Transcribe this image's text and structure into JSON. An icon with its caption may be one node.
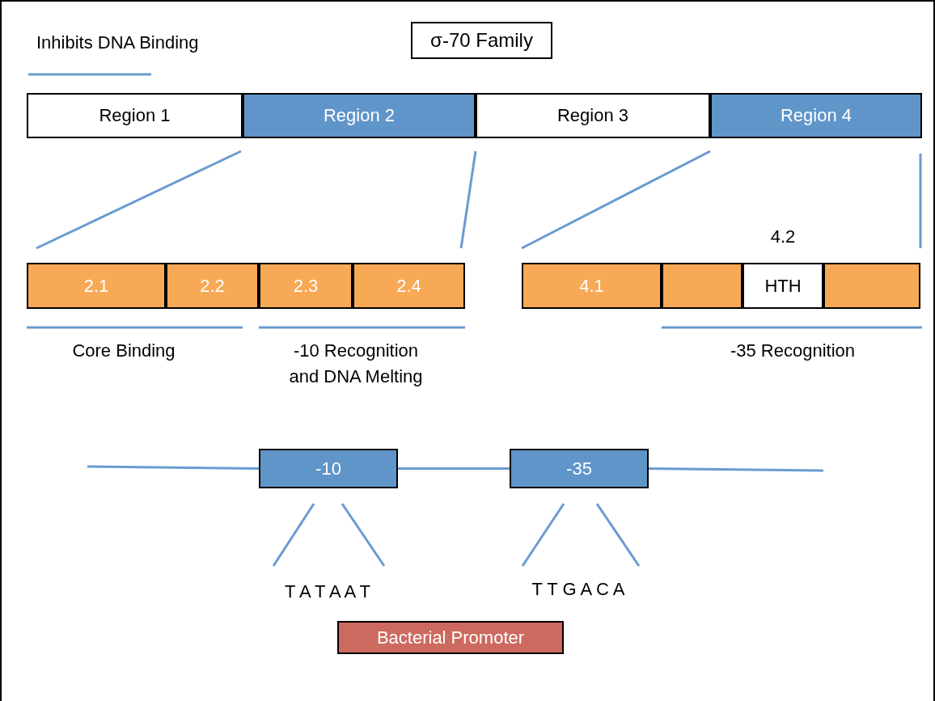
{
  "diagram": {
    "title": "σ-70 Family",
    "nodes": [
      {
        "text": [
          "Region 1"
        ]
      },
      {
        "text": [
          "Region 2"
        ]
      },
      {
        "text": [
          "Region 3"
        ]
      },
      {
        "text": [
          "Region 4"
        ]
      },
      {
        "text": [
          "2.1"
        ]
      },
      {
        "text": [
          "2.2"
        ]
      },
      {
        "text": [
          "2.3"
        ]
      },
      {
        "text": [
          "2.4"
        ]
      },
      {
        "text": [
          "4.1"
        ]
      },
      {
        "text": [],
        "shape": "box"
      },
      {
        "text": [
          "HTH"
        ],
        "beside": [
          "4.2"
        ]
      },
      {
        "text": [],
        "shape": "box"
      },
      {
        "text": [
          "-10"
        ]
      },
      {
        "text": [
          "-35"
        ]
      },
      {
        "text": [
          "Bacterial Promoter"
        ]
      }
    ],
    "edges": [
      {
        "from": null,
        "to": 12,
        "arrow": "none"
      },
      {
        "from": 12,
        "to": 13,
        "arrow": "none"
      },
      {
        "from": 13,
        "to": null,
        "arrow": "none"
      }
    ],
    "labels": [
      "Core Binding",
      "-10 Recognition and DNA Melting",
      "-35 Recognition",
      "T A T A A T",
      "T T G A C A"
    ],
    "legend": [
      {
        "text": "Inhibits DNA Binding"
      }
    ]
  }
}
